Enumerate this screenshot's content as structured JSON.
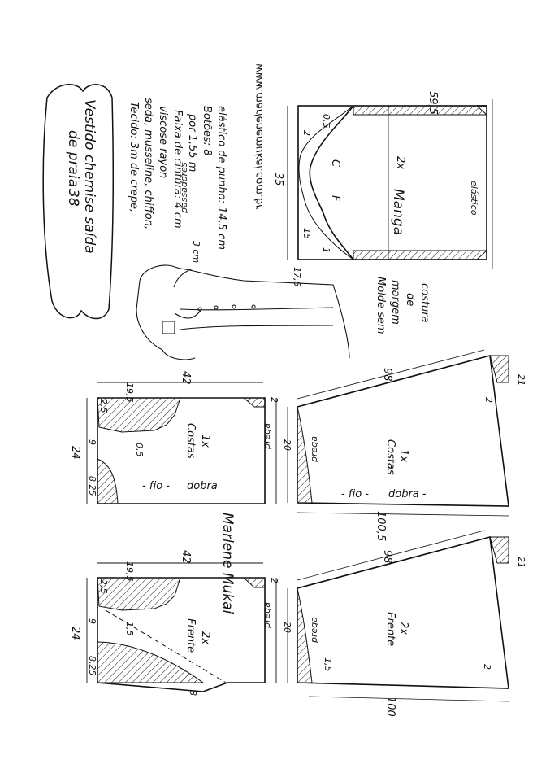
{
  "header": {
    "title_line1": "Vestido chemise saída",
    "title_line2": "de praia",
    "size": "38",
    "website": "www.marlenemukai.com.br"
  },
  "materials": {
    "line1": "Tecido: 3m de crepe,",
    "line2": "seda, musseline, chiffon,",
    "line3": "viscose rayon",
    "line4": "Faixa de cintura: 4 cm",
    "line5": "por 1,55 m",
    "line6": "Botões: 8",
    "line7": "elástico de punho: 14,5 cm"
  },
  "sketch_labels": {
    "passadores": "passadores",
    "width": "3 cm"
  },
  "sleeve": {
    "name": "Manga",
    "count": "2x",
    "width": "59,5",
    "height": "35",
    "cap_a": "15",
    "cap_b": "17,5",
    "f_label": "F",
    "c_label": "C",
    "elastic": "elástico",
    "m2": "2",
    "m05": "0,5",
    "m1": "1"
  },
  "note": {
    "l1": "Molde sem",
    "l2": "margem",
    "l3": "de",
    "l4": "costura"
  },
  "back_bodice": {
    "name": "Costas",
    "count": "1x",
    "w42": "42",
    "h24": "24",
    "m195": "19,5",
    "m25": "2,5",
    "m9": "9",
    "m825": "8,25",
    "m05": "0,5",
    "m2": "2",
    "prega": "prega",
    "fio": "- fio -",
    "dobra": "dobra"
  },
  "back_skirt": {
    "name": "Costas",
    "count": "1x",
    "len98": "98",
    "w21": "21",
    "w20": "20",
    "hem": "100,5",
    "m2": "2",
    "fio": "- fio -",
    "dobra": "dobra -",
    "prega": "prega"
  },
  "front_bodice": {
    "name": "Frente",
    "count": "2x",
    "w42": "42",
    "h24": "24",
    "m195": "19,5",
    "m25": "2,5",
    "m9": "9",
    "m825": "8,25",
    "m15": "1,5",
    "m2": "2",
    "m8": "8",
    "prega": "prega"
  },
  "front_skirt": {
    "name": "Frente",
    "count": "2x",
    "len98": "98",
    "w21": "21",
    "w20": "20",
    "hem": "100",
    "m15": "1,5",
    "m2": "2",
    "prega": "prega"
  },
  "signature": "Marlene Mukai",
  "colors": {
    "ink": "#111111",
    "paper": "#ffffff"
  }
}
